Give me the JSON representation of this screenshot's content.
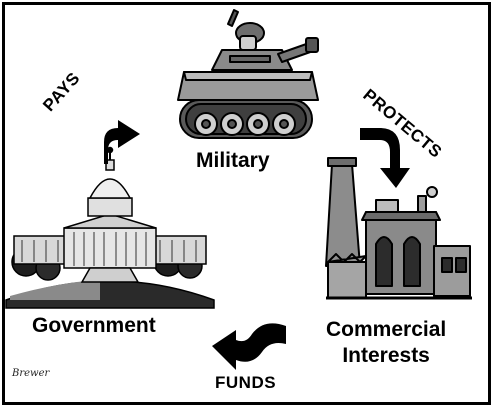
{
  "nodes": {
    "military": "Military",
    "government": "Government",
    "commercial_line1": "Commercial",
    "commercial_line2": "Interests"
  },
  "edges": {
    "government_to_military": "PAYS",
    "military_to_commercial": "PROTECTS",
    "commercial_to_government": "FUNDS"
  },
  "illustrations": {
    "military": "tank-with-soldier-icon",
    "government": "capitol-building-icon",
    "commercial": "factory-icon",
    "arrows": "curved-arrow-icon"
  },
  "signature": "Brewer",
  "colors": {
    "ink": "#000000",
    "background": "#ffffff",
    "fill_gray": "#9a9a9a"
  }
}
